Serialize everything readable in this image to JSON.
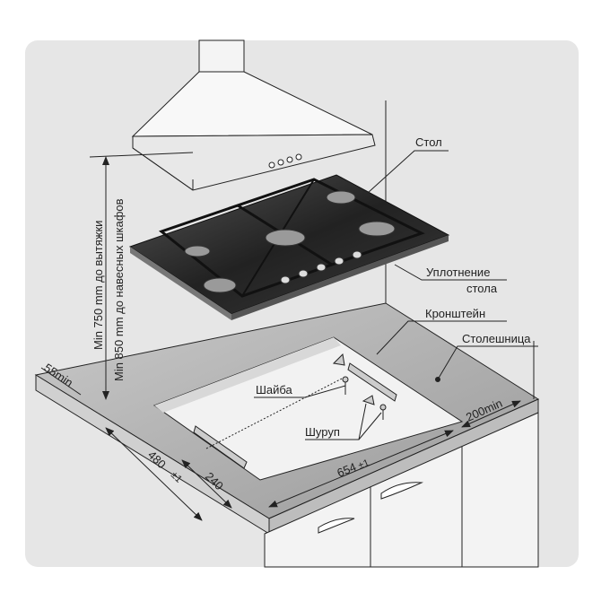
{
  "labels": {
    "table": "Стол",
    "seal_line1": "Уплотнение",
    "seal_line2": "стола",
    "bracket": "Кронштейн",
    "countertop": "Столешница",
    "washer": "Шайба",
    "screw": "Шуруп"
  },
  "dimensions": {
    "min_hood": "Min 750 mm до вытяжки",
    "min_cabinets": "Min 850 mm до навесных шкафов",
    "back_gap": "55min",
    "side_gap": "200min",
    "depth": "480",
    "depth_tol": "±1",
    "bracket_offset": "240",
    "width": "654",
    "width_tol": "±1"
  },
  "colors": {
    "panel": "#e6e6e6",
    "countertop": "#a9a9a9",
    "cutout": "#f2f2f2",
    "hob": "#2b2b2b"
  }
}
